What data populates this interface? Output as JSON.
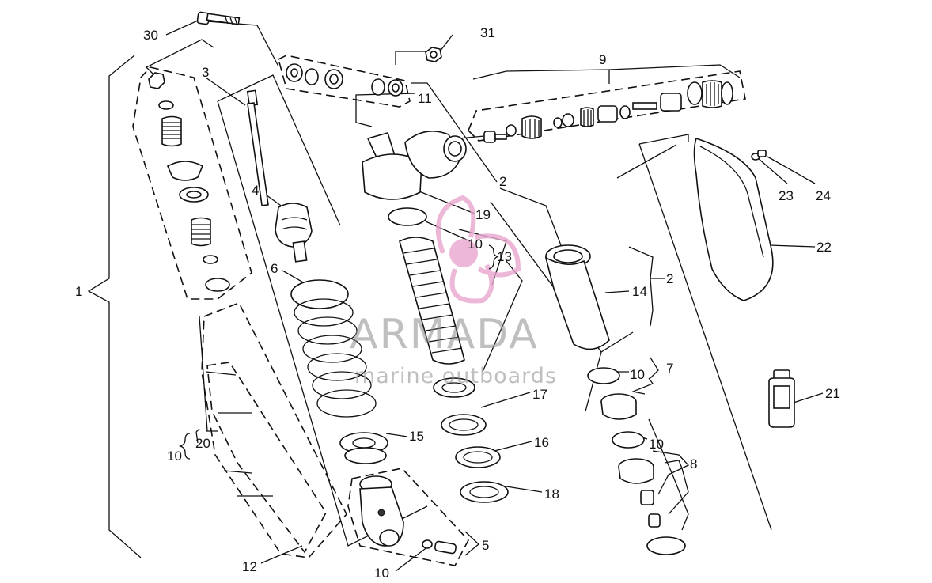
{
  "callouts": {
    "c1": "1",
    "c2a": "2",
    "c2b": "2",
    "c3": "3",
    "c4": "4",
    "c5": "5",
    "c6": "6",
    "c7": "7",
    "c8": "8",
    "c9": "9",
    "c10a": "10",
    "c10b": "10",
    "c10c": "10",
    "c10d": "10",
    "c10e": "10",
    "c11": "11",
    "c12": "12",
    "c13": "13",
    "c14": "14",
    "c15": "15",
    "c16": "16",
    "c17": "17",
    "c18": "18",
    "c19": "19",
    "c20": "20",
    "c21": "21",
    "c22": "22",
    "c23": "23",
    "c24": "24",
    "c30": "30",
    "c31": "31"
  },
  "watermark": {
    "brand": "ARMADA",
    "tagline": "marine outboards",
    "logo_color": "#e9a7cf"
  }
}
